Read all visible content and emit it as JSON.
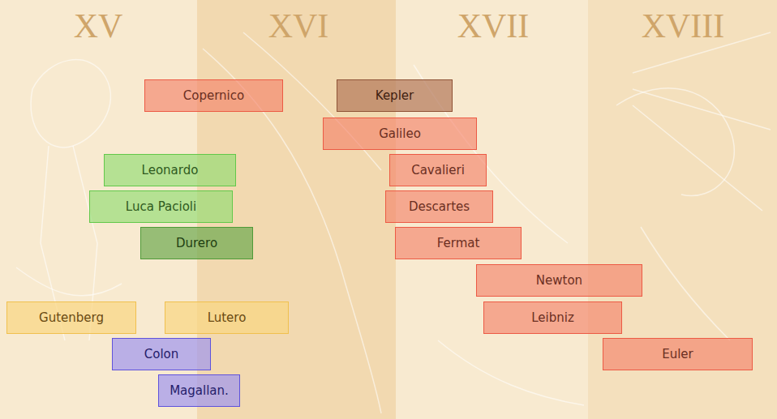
{
  "diagram": {
    "nodes": [
      {
        "text": [
          "Copernico"
        ]
      },
      {
        "text": [
          "Kepler"
        ]
      },
      {
        "text": [
          "Galileo"
        ]
      },
      {
        "text": [
          "Leonardo"
        ]
      },
      {
        "text": [
          "Cavalieri"
        ]
      },
      {
        "text": [
          "Luca Pacioli"
        ]
      },
      {
        "text": [
          "Descartes"
        ]
      },
      {
        "text": [
          "Durero"
        ]
      },
      {
        "text": [
          "Fermat"
        ]
      },
      {
        "text": [
          "Newton"
        ]
      },
      {
        "text": [
          "Gutenberg"
        ]
      },
      {
        "text": [
          "Lutero"
        ]
      },
      {
        "text": [
          "Leibniz"
        ]
      },
      {
        "text": [
          "Colon"
        ]
      },
      {
        "text": [
          "Euler"
        ]
      },
      {
        "text": [
          "Magallan."
        ]
      }
    ],
    "labels": [
      "XV",
      "XVI",
      "XVII",
      "XVIII"
    ]
  }
}
